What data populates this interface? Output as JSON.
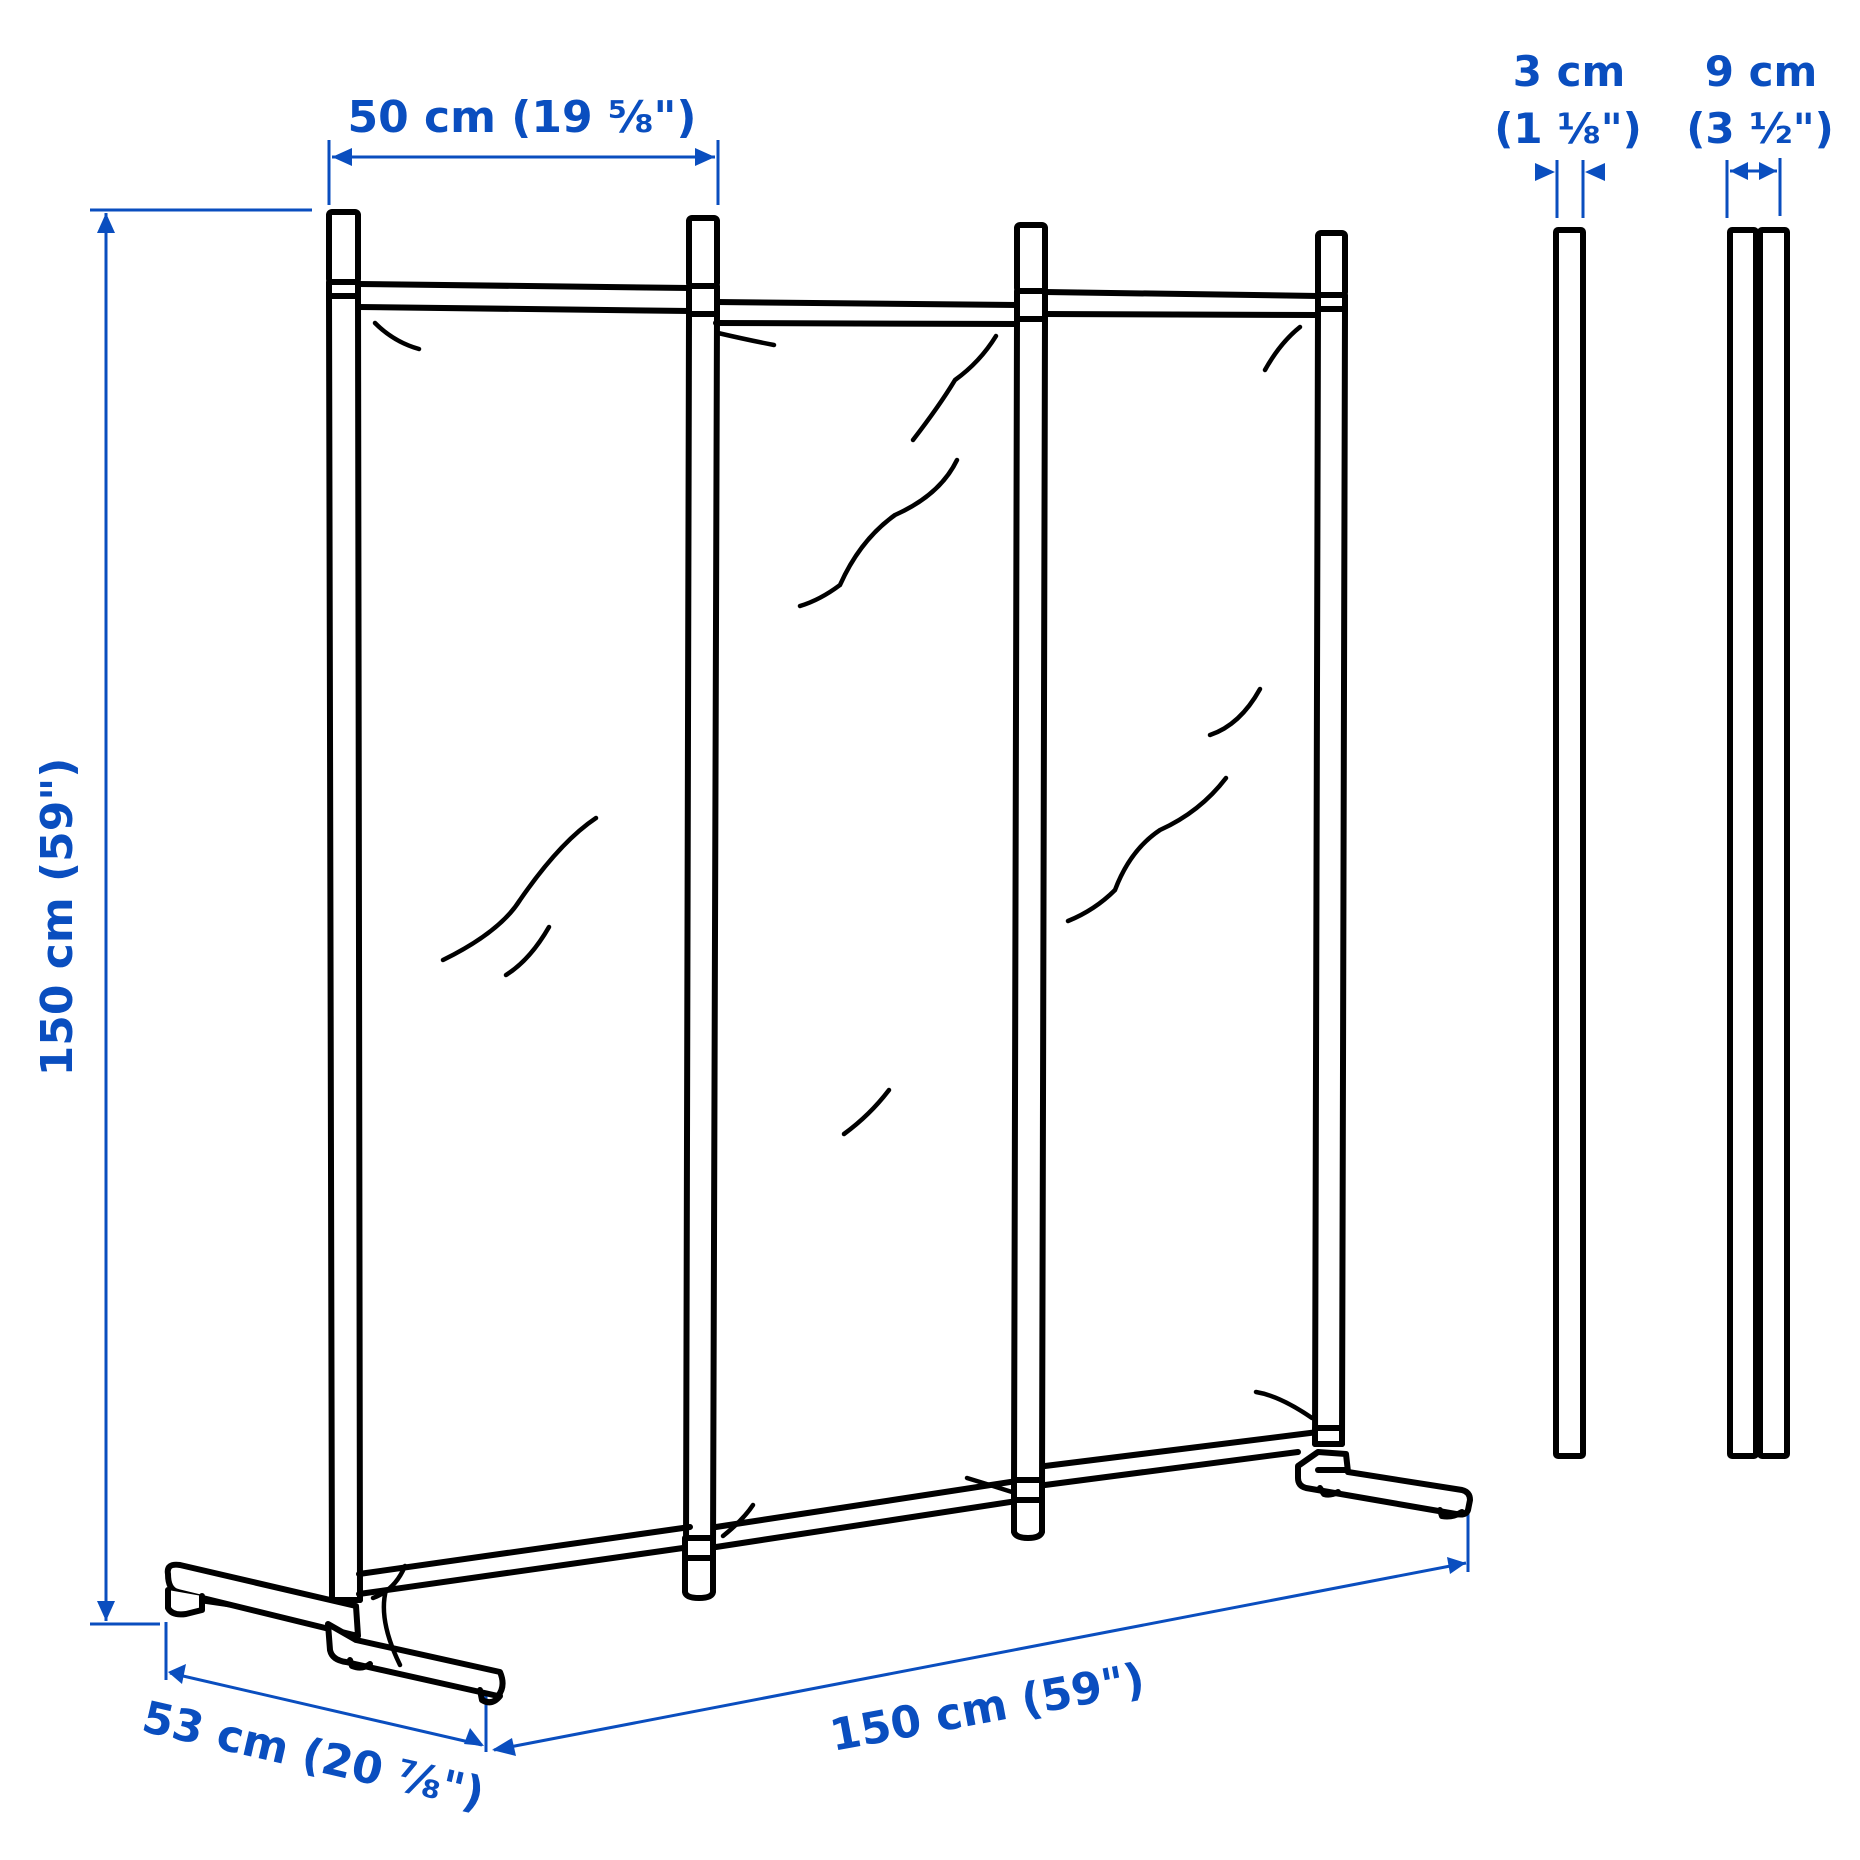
{
  "diagram": {
    "type": "product dimension drawing",
    "subject": "3-panel room divider / screen with T-feet",
    "colors": {
      "dimension": "#0a4ebf",
      "outline": "#000000",
      "background": "#ffffff"
    }
  },
  "dimensions": {
    "panel_width": "50 cm (19 ⅝\")",
    "height": "150 cm (59\")",
    "total_width": "150 cm (59\")",
    "depth": "53 cm (20 ⅞\")",
    "folded_single": {
      "metric": "3 cm",
      "imperial": "(1 ⅛\")"
    },
    "folded_stack": {
      "metric": "9 cm",
      "imperial": "(3 ½\")"
    }
  }
}
